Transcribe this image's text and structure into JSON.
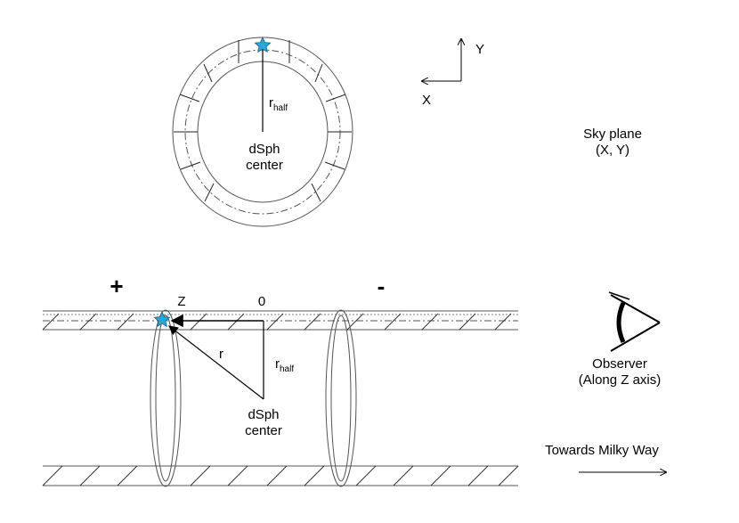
{
  "sky_view": {
    "r_main": "r",
    "r_sub": "half",
    "center_line1": "dSph",
    "center_line2": "center"
  },
  "axes": {
    "y_label": "Y",
    "x_label": "X"
  },
  "sky_plane_label": {
    "line1": "Sky plane",
    "line2": "(X, Y)"
  },
  "side_view": {
    "plus_sign": "+",
    "minus_sign": "-",
    "z_label": "Z",
    "zero_label": "0",
    "r_label": "r",
    "r_half_main": "r",
    "r_half_sub": "half",
    "center_line1": "dSph",
    "center_line2": "center"
  },
  "observer": {
    "line1": "Observer",
    "line2": "(Along Z axis)"
  },
  "milky_way_label": "Towards Milky Way",
  "colors": {
    "star": "#27a8d6",
    "line": "#000000",
    "ring": "#555555"
  }
}
